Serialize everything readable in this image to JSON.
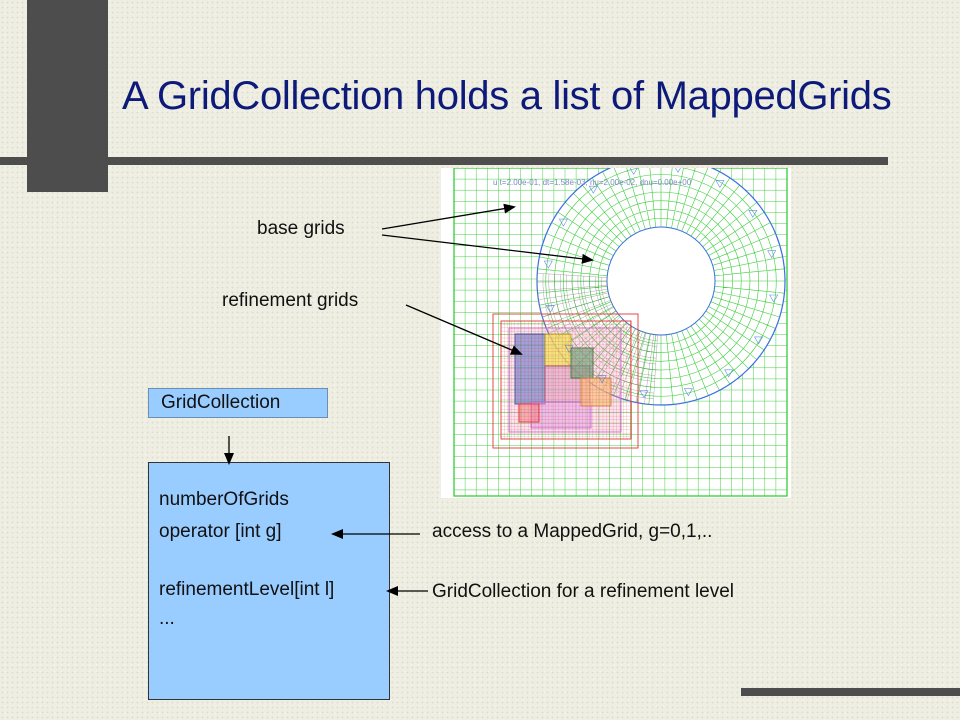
{
  "slide": {
    "title": "A GridCollection holds a list of MappedGrids",
    "labels": {
      "base_grids": "base grids",
      "refinement_grids": "refinement grids",
      "access": "access to a MappedGrid, g=0,1,..",
      "refinement_collection": "GridCollection for a refinement level"
    },
    "class_name": "GridCollection",
    "members": [
      "numberOfGrids",
      "operator [int g]",
      "",
      "refinementLevel[int l]",
      "..."
    ],
    "grid_image_header": "u  t=2.00e-01,  dt=1.58e-03,  nu=2.00e-02,  dnu=0.00e+00",
    "colors": {
      "title": "#0d1a7a",
      "box_fill": "#99ccff",
      "accent_bar": "#4d4d4d",
      "base_grid_square": "#27c827",
      "base_grid_annulus": "#3c6ee6",
      "refinement_red": "#e23838",
      "refinement_violet": "#c86ee0"
    }
  }
}
